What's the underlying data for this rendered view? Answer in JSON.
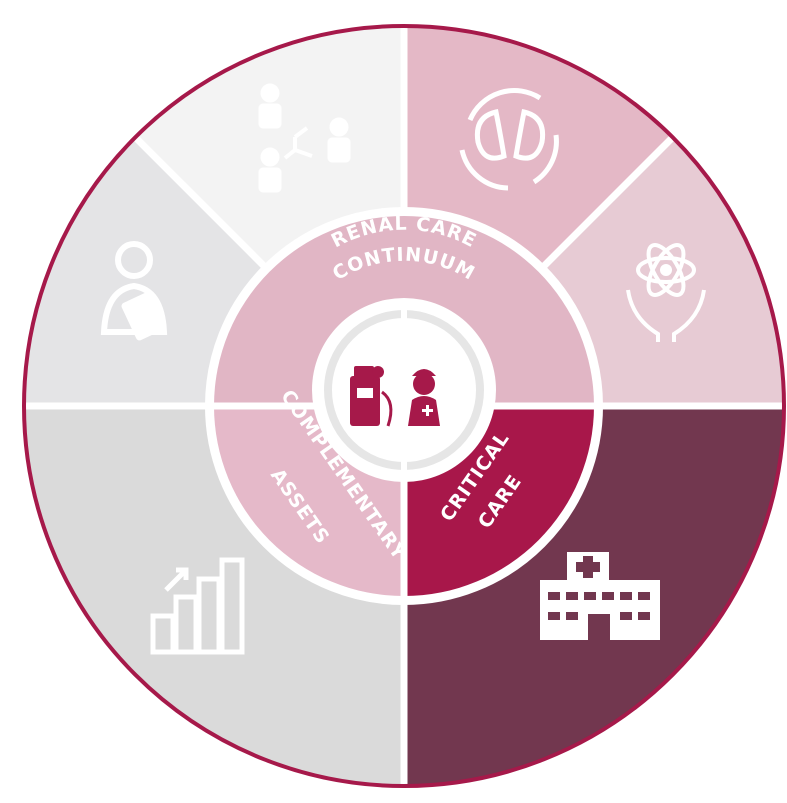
{
  "wheel": {
    "inner_labels": {
      "renal_care": "RENAL CARE",
      "continuum": "CONTINUUM",
      "complementary": "COMPLEMENTARY",
      "assets": "ASSETS",
      "critical": "CRITICAL",
      "care": "CARE"
    },
    "outer_segments": [
      {
        "icon": "people-network-icon",
        "color": "#f3f3f3"
      },
      {
        "icon": "kidney-cycle-icon",
        "color": "#e4b8c6"
      },
      {
        "icon": "science-hands-icon",
        "color": "#e7cbd4"
      },
      {
        "icon": "hospital-icon",
        "color": "#72374f"
      },
      {
        "icon": "growth-chart-icon",
        "color": "#dadada"
      },
      {
        "icon": "patient-tablet-icon",
        "color": "#e4e4e6"
      }
    ],
    "colors": {
      "outer_ring": "#a6194a",
      "renal_inner": "#e1b6c5",
      "complementary_inner": "#e5b9c9",
      "critical_inner": "#a8174a",
      "center_icons": "#a6194a"
    },
    "center_icons": [
      "dialysis-machine-icon",
      "nurse-icon"
    ]
  }
}
